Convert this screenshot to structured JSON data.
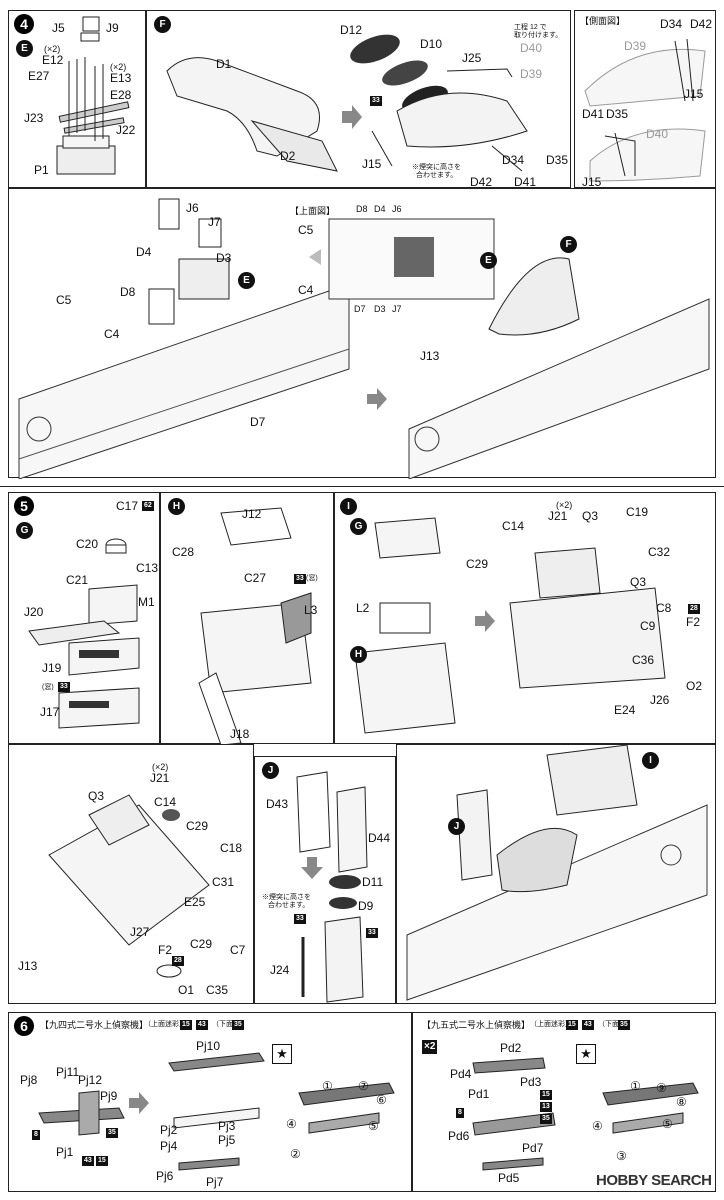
{
  "steps": {
    "s4": "4",
    "s5": "5",
    "s6": "6"
  },
  "circles": {
    "e": "E",
    "f": "F",
    "g": "G",
    "h": "H",
    "i": "I",
    "j": "J"
  },
  "p4a": {
    "j5": "J5",
    "j9": "J9",
    "x2": "(×2)",
    "e12": "E12",
    "x2b": "(×2)",
    "e13": "E13",
    "e27": "E27",
    "e28": "E28",
    "j23": "J23",
    "j22": "J22",
    "p1": "P1"
  },
  "p4b": {
    "d1": "D1",
    "d2": "D2",
    "d12": "D12",
    "d10": "D10",
    "j25": "J25",
    "note1": "工程 12 で",
    "note2": "取り付けます。",
    "d40": "D40",
    "d39": "D39",
    "j15": "J15",
    "d34": "D34",
    "d35": "D35",
    "d42": "D42",
    "d41": "D41",
    "smoke1": "※煙突に高さを",
    "smoke2": "合わせます。",
    "paint33": "33"
  },
  "p4c": {
    "side": "【側面図】",
    "d34": "D34",
    "d42": "D42",
    "d39": "D39",
    "j15": "J15",
    "d41": "D41",
    "d35": "D35",
    "d40": "D40",
    "j15b": "J15"
  },
  "p4d": {
    "j6": "J6",
    "j7": "J7",
    "d4": "D4",
    "d3": "D3",
    "d8": "D8",
    "c5": "C5",
    "c4": "C4",
    "d7": "D7",
    "top": "【上面図】",
    "c5b": "C5",
    "c4b": "C4",
    "d8b": "D8",
    "d4b": "D4",
    "j6b": "J6",
    "d7b": "D7",
    "d3b": "D3",
    "j7b": "J7",
    "j13": "J13"
  },
  "p5a": {
    "c17": "C17",
    "p62": "62",
    "c20": "C20",
    "c13": "C13",
    "c21": "C21",
    "m1": "M1",
    "j20": "J20",
    "j19": "J19",
    "kyo": "(窓)",
    "p33": "33",
    "j17": "J17"
  },
  "p5b": {
    "j12": "J12",
    "c28": "C28",
    "c27": "C27",
    "p33": "33",
    "kyo": "(窓)",
    "l3": "L3",
    "j18": "J18"
  },
  "p5c": {
    "l2": "L2",
    "c14": "C14",
    "x2": "(×2)",
    "j21": "J21",
    "q3": "Q3",
    "c19": "C19",
    "c29": "C29",
    "c32": "C32",
    "q3b": "Q3",
    "c8": "C8",
    "p28": "28",
    "c9": "C9",
    "f2": "F2",
    "c36": "C36",
    "o2": "O2",
    "e24": "E24",
    "j26": "J26"
  },
  "p5d": {
    "x2": "(×2)",
    "j21": "J21",
    "q3": "Q3",
    "c14": "C14",
    "c29": "C29",
    "c18": "C18",
    "c31": "C31",
    "e25": "E25",
    "j27": "J27",
    "c29b": "C29",
    "c7": "C7",
    "f2": "F2",
    "p28": "28",
    "j13": "J13",
    "o1": "O1",
    "c35": "C35"
  },
  "p5e": {
    "d43": "D43",
    "d44": "D44",
    "smoke1": "※煙突に高さを",
    "smoke2": "合わせます。",
    "d11": "D11",
    "d9": "D9",
    "p33a": "33",
    "p33b": "33",
    "j24": "J24"
  },
  "p6a": {
    "title": "【九四式二号水上偵察機】",
    "paint_note": "（上面迷彩）",
    "c15": "15",
    "c43": "43",
    "lower": "（下面）",
    "c35": "35",
    "pj10": "Pj10",
    "pj11": "Pj11",
    "pj8": "Pj8",
    "pj12": "Pj12",
    "pj9": "Pj9",
    "c8": "8",
    "c35b": "35",
    "pj1": "Pj1",
    "c43b": "43",
    "c15b": "15",
    "pj2": "Pj2",
    "pj3": "Pj3",
    "pj4": "Pj4",
    "pj5": "Pj5",
    "pj6": "Pj6",
    "pj7": "Pj7",
    "star": "★",
    "n1": "①",
    "n2": "②",
    "n4": "④",
    "n5": "⑤",
    "n6": "⑥",
    "n7": "⑦"
  },
  "p6b": {
    "title": "【九五式二号水上偵察機】",
    "paint_note": "（上面迷彩）",
    "c15": "15",
    "c43": "43",
    "lower": "（下面）",
    "c35": "35",
    "x2": "×2",
    "pd2": "Pd2",
    "pd4": "Pd4",
    "pd3": "Pd3",
    "pd1": "Pd1",
    "c15b": "15",
    "c13": "13",
    "c8": "8",
    "c35b": "35",
    "pd6": "Pd6",
    "pd7": "Pd7",
    "pd5": "Pd5",
    "star": "★",
    "n1": "①",
    "n3": "③",
    "n4": "④",
    "n5": "⑤",
    "n8": "⑧",
    "n9": "⑨"
  },
  "watermark": "HOBBY SEARCH"
}
